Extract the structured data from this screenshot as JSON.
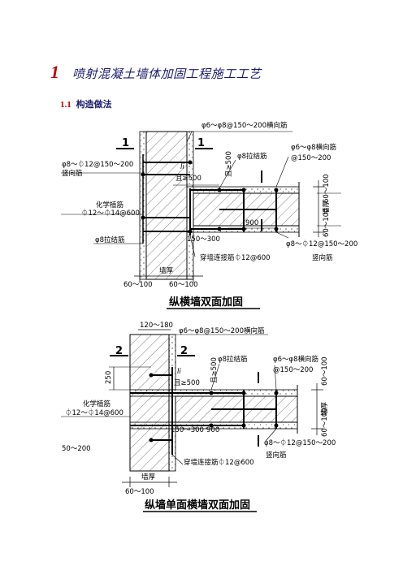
{
  "heading": {
    "number": "1",
    "title": "喷射混凝土墙体加固工程施工工艺"
  },
  "subheading": {
    "number": "1.1",
    "title": "构造做法"
  },
  "figure1": {
    "caption": "纵横墙双面加固",
    "section_left": "1",
    "section_right": "1",
    "labels": {
      "top_bar": "φ6～φ8@150～200横向筋",
      "vert_bar_1": "φ8～⏀12@150～200",
      "vert_bar_2": "竖向筋",
      "chem_1": "化学植筋",
      "chem_2": "⏀12～⏀14@600",
      "tie_left": "φ8拉结筋",
      "tie_right": "φ8拉结筋",
      "horiz_bar_1": "φ6～φ8横向筋",
      "horiz_bar_2": "@150～200",
      "li": "li",
      "ge500_a": "且≥500",
      "ge500_b": "且≥500",
      "dim_900": "900",
      "dim_150_300": "150～300",
      "through_bar": "穿墙连接筋⏀12@600",
      "bottom_bar_1": "φ8～⏀12@150～200",
      "bottom_bar_2": "竖向筋",
      "wall_thk": "墙厚",
      "dim_60_100_a": "60～100",
      "dim_60_100_b": "60～100",
      "dim_r1": "60～100",
      "dim_r2": "墙厚",
      "dim_r3": "60～100"
    }
  },
  "figure2": {
    "caption": "纵墙单面横墙双面加固",
    "section_left": "2",
    "section_right": "2",
    "labels": {
      "top_dim": "120～180",
      "top_bar": "φ6～φ8@150～200横向筋",
      "dim_250": "250",
      "tie": "φ8拉结筋",
      "horiz_bar_1": "φ6～φ8横向筋",
      "horiz_bar_2": "@150～200",
      "li": "li",
      "ge500_a": "且≥500",
      "ge500_b": "且≥500",
      "chem_1": "化学植筋",
      "chem_2": "⏀12～⏀14@600",
      "left_dim": "50～200",
      "dim_150_300": "150～300",
      "dim_900": "900",
      "bottom_bar_1": "φ8～⏀12@150～200",
      "bottom_bar_2": "竖向筋",
      "through_bar": "穿墙连接筋⏀12@600",
      "wall_thk": "墙厚",
      "dim_60_100": "60～100",
      "dim_r1": "60～100",
      "dim_r2": "墙厚",
      "dim_r3": "60～100"
    }
  },
  "colors": {
    "accent_red": "#c00000",
    "heading_blue": "#1a1a6e"
  }
}
